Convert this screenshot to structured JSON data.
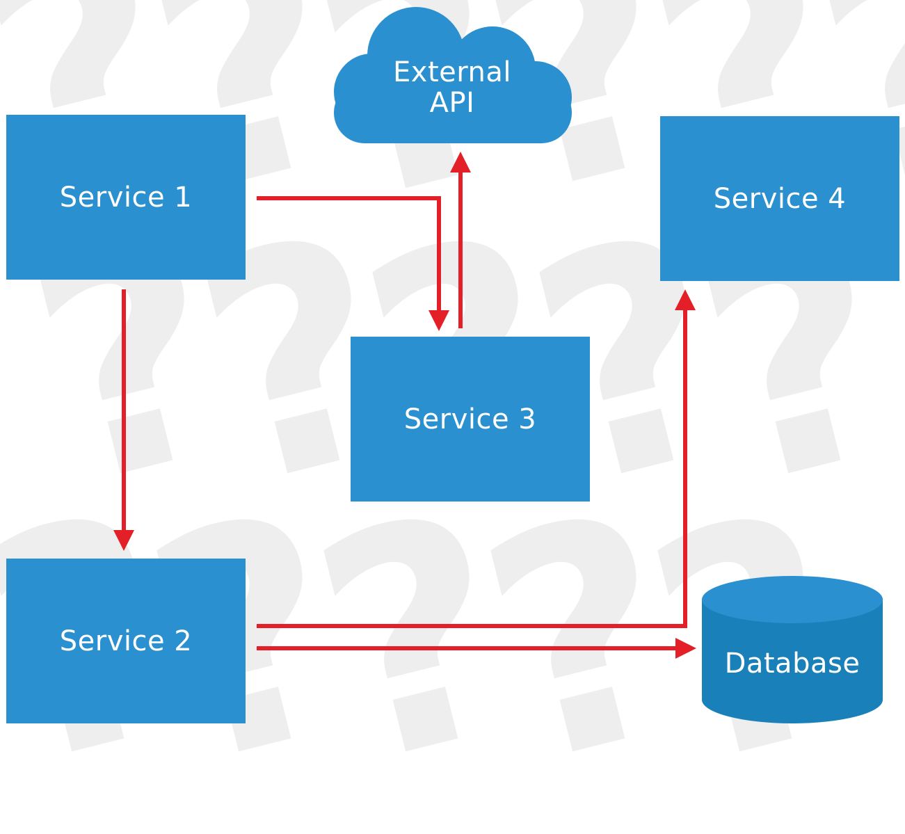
{
  "colors": {
    "box": "#2a90cf",
    "database_top": "#2a90cf",
    "database_body": "#1a80b9",
    "arrow": "#e32027",
    "background_mark": "#eeeeee"
  },
  "background": {
    "mark_glyph": "?"
  },
  "nodes": {
    "service1": {
      "label": "Service 1"
    },
    "service2": {
      "label": "Service 2"
    },
    "service3": {
      "label": "Service 3"
    },
    "service4": {
      "label": "Service 4"
    },
    "external_api": {
      "label": "External\nAPI",
      "icon": "cloud-icon"
    },
    "database": {
      "label": "Database",
      "icon": "database-cylinder-icon"
    }
  },
  "connections": [
    {
      "from": "Service 1",
      "to": "Service 3"
    },
    {
      "from": "Service 3",
      "to": "External API"
    },
    {
      "from": "Service 1",
      "to": "Service 2"
    },
    {
      "from": "Service 2",
      "to": "Service 4"
    },
    {
      "from": "Service 2",
      "to": "Database"
    }
  ]
}
